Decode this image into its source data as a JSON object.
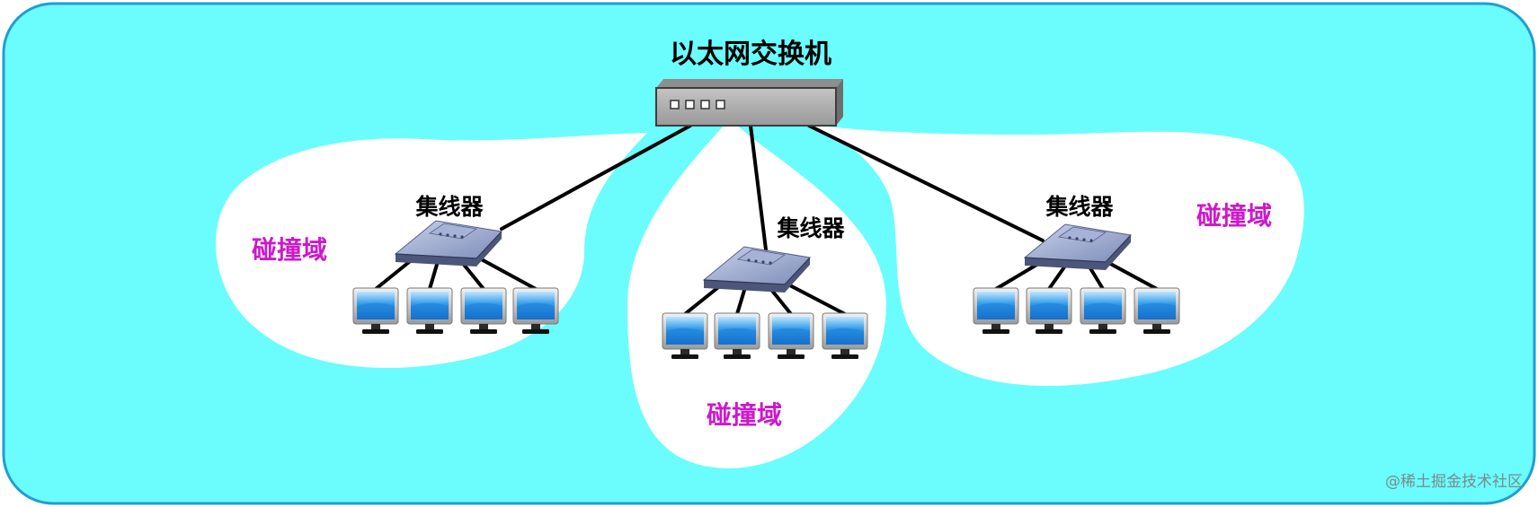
{
  "switch": {
    "label": "以太网交换机",
    "icon": "ethernet-switch-icon"
  },
  "hubs": [
    {
      "label": "集线器",
      "icon": "hub-icon"
    },
    {
      "label": "集线器",
      "icon": "hub-icon"
    },
    {
      "label": "集线器",
      "icon": "hub-icon"
    }
  ],
  "collision_domains": [
    {
      "label": "碰撞域"
    },
    {
      "label": "碰撞域"
    },
    {
      "label": "碰撞域"
    }
  ],
  "computer_icon": "computer-monitor-icon",
  "watermark": "@稀土掘金技术社区",
  "colors": {
    "background": "#6bfdfd",
    "outline": "#1f9ed3",
    "domain_fill": "#ffffff",
    "domain_label": "#cc18cc",
    "cable": "#000000",
    "switch_body": "#a8a8a8"
  }
}
